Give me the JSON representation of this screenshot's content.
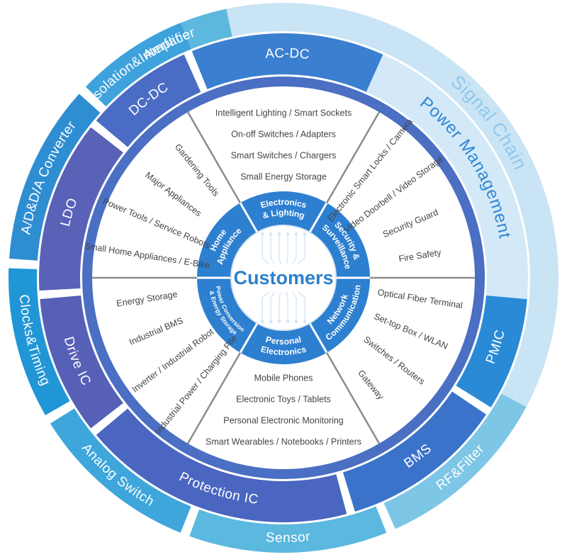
{
  "center": {
    "title": "Customers"
  },
  "signal_chain": {
    "label": "Signal Chain",
    "color": "#bfdff2",
    "items": [
      {
        "label": "Amplifier",
        "color": "#5db8de"
      },
      {
        "label": "RF&Filter",
        "color": "#7ec6e6"
      },
      {
        "label": "Sensor",
        "color": "#5bb8df"
      },
      {
        "label": "Analog Switch",
        "color": "#3ea6db"
      },
      {
        "label": "Clocks&Timing",
        "color": "#2196d6"
      },
      {
        "label": "A/D&D/A Converter",
        "color": "#2f8ed2"
      },
      {
        "label": "Isolation&Interface",
        "color": "#3ea2dc"
      }
    ]
  },
  "power_management": {
    "label": "Power Management",
    "color": "#cfe7f7",
    "items": [
      {
        "label": "AC-DC",
        "color": "#3b7fd0"
      },
      {
        "label": "PMIC",
        "color": "#2a8ad6"
      },
      {
        "label": "BMS",
        "color": "#3a73c9"
      },
      {
        "label": "Protection IC",
        "color": "#4b66c0"
      },
      {
        "label": "Drive IC",
        "color": "#5660b6"
      },
      {
        "label": "LDO",
        "color": "#5a62b8"
      },
      {
        "label": "DC-DC",
        "color": "#4b6cc4"
      }
    ]
  },
  "segments": [
    {
      "name": "Electronics & Lighting",
      "label_lines": [
        "Electronics",
        "& Lighting"
      ],
      "apps": [
        "Intelligent Lighting / Smart Sockets",
        "On-off Switches / Adapters",
        "Smart Switches / Chargers",
        "Small Energy Storage"
      ]
    },
    {
      "name": "Security & Surveillance",
      "label_lines": [
        "Security &",
        "Surveillance"
      ],
      "apps": [
        "Electronic Smart Locks / Camera",
        "Video Doorbell / Video Storage",
        "Security Guard",
        "Fire Safety"
      ]
    },
    {
      "name": "Network Communication",
      "label_lines": [
        "Network",
        "Communication"
      ],
      "apps": [
        "Optical Fiber Terminal",
        "Set-top Box / WLAN",
        "Switches / Routers",
        "Gateway"
      ]
    },
    {
      "name": "Personal Electronics",
      "label_lines": [
        "Personal",
        "Electronics"
      ],
      "apps": [
        "Smart Wearables / Notebooks / Printers",
        "Personal Electronic Monitoring",
        "Electronic Toys / Tablets",
        "Mobile Phones"
      ]
    },
    {
      "name": "Power Conversion & Energy Storage",
      "label_lines": [
        "Power Conversion",
        "& Energy Storage"
      ],
      "apps": [
        "Industrial Power / Charging Pile",
        "Inverter / Industrial Robot",
        "Industrial BMS",
        "Energy Storage"
      ]
    },
    {
      "name": "Home Appliance",
      "label_lines": [
        "Home",
        "Appliance"
      ],
      "apps": [
        "Small Home Appliances / E-Bike",
        "Power Tools / Service Robots",
        "Major Appliances",
        "Gardening Tools"
      ]
    }
  ]
}
